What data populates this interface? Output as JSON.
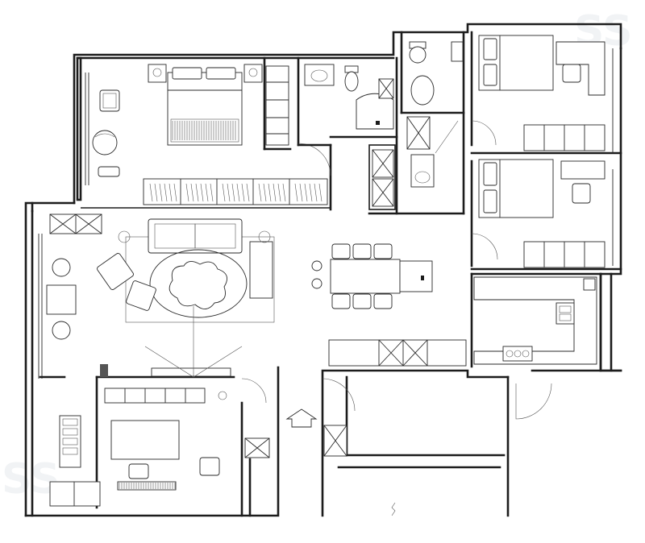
{
  "drawing": {
    "type": "architectural floor plan",
    "legend": "none",
    "labels": "none"
  },
  "rooms": [
    {
      "id": "master-bedroom"
    },
    {
      "id": "walk-in-closet"
    },
    {
      "id": "master-bathroom"
    },
    {
      "id": "guest-bathroom"
    },
    {
      "id": "bedroom-2"
    },
    {
      "id": "bedroom-3"
    },
    {
      "id": "living-room"
    },
    {
      "id": "dining-area"
    },
    {
      "id": "kitchen"
    },
    {
      "id": "study"
    },
    {
      "id": "entrance"
    }
  ],
  "colors": {
    "line": "#1c1c1c",
    "background": "#ffffff",
    "watermark": "#d8dde3"
  },
  "watermark_text": "SS"
}
